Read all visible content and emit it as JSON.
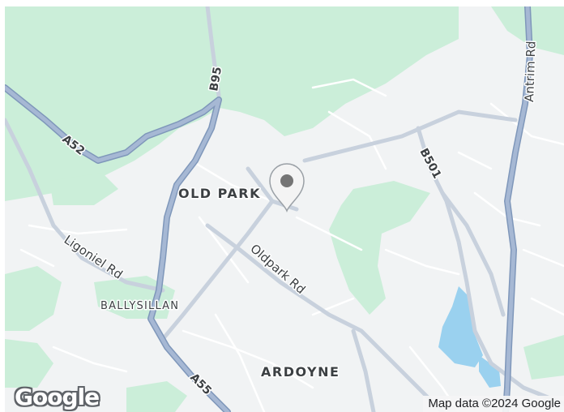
{
  "map": {
    "areas": {
      "old_park": "OLD PARK",
      "ballysillan": "BALLYSILLAN",
      "ardoyne": "ARDOYNE"
    },
    "roads": {
      "a52": "A52",
      "b95": "B95",
      "a55": "A55",
      "b501": "B501",
      "antrim_rd": "Antrim Rd",
      "oldpark_rd": "Oldpark Rd",
      "ligoniel_rd": "Ligoniel Rd"
    },
    "colors": {
      "land": "#f1f3f4",
      "park": "#cbeed9",
      "water": "#9ad1ef",
      "major_road": "#8ea5c6",
      "minor_road": "#c8d1dd",
      "street": "#ffffff",
      "marker": "#f1f1f1",
      "marker_dot": "#757575"
    }
  },
  "marker": {
    "icon": "map-pin-icon"
  },
  "branding": {
    "logo": "Google"
  },
  "attribution": {
    "text": "Map data ©2024 Google"
  }
}
